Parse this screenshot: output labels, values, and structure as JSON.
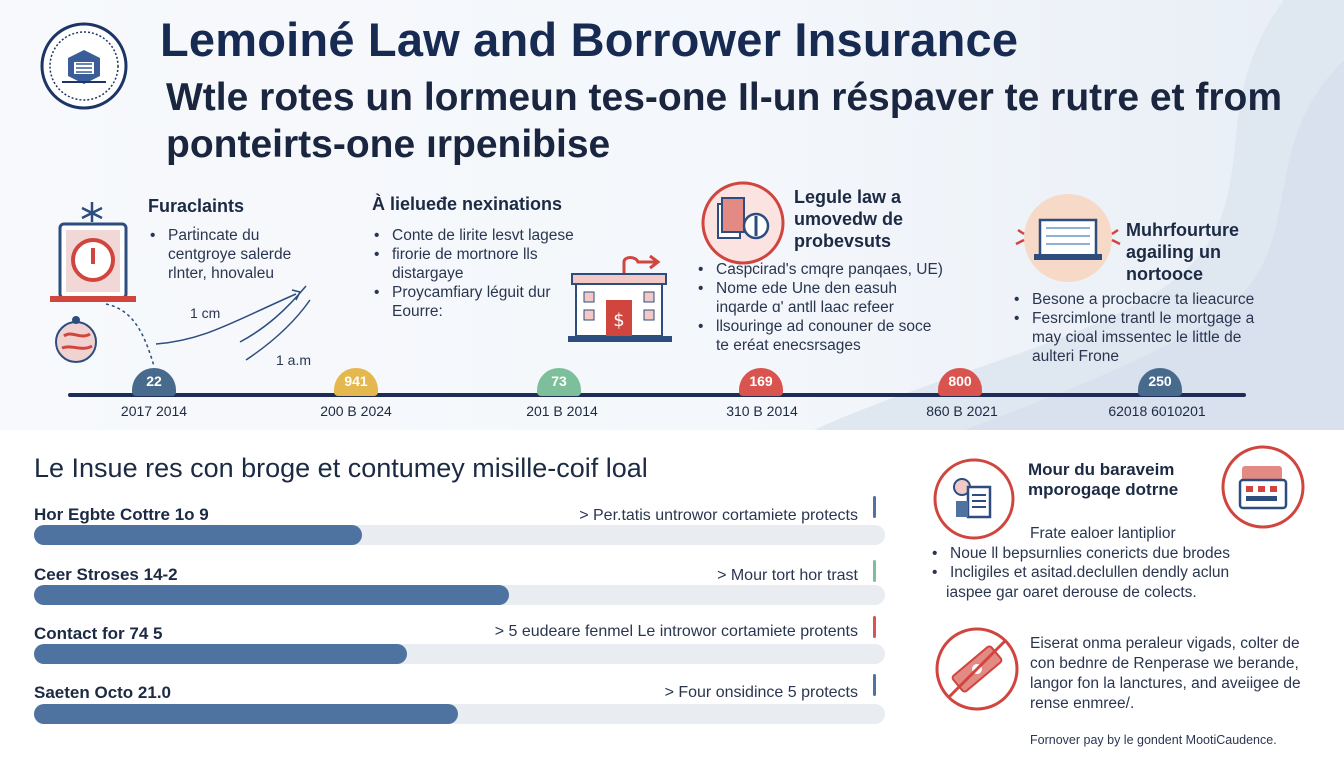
{
  "header": {
    "title": "Lemoiné Law and Borrower Insurance",
    "subtitle": "Wtle rotes un lormeun tes-one Il-un réspaver te rutre et from ponteirts-one ırpenibise"
  },
  "timeline": {
    "features": [
      {
        "title": "Furaclaints",
        "bullets": [
          "Parṫincate du centgroye salerde rlnter, hnovaleu"
        ],
        "annotations": [
          "1 cm",
          "1 a.m"
        ]
      },
      {
        "title": "À lielueđe nexinations",
        "bullets": [
          "Conte de lirite lesvt lagese",
          "firorie de mortnore lls distargaye",
          "Proycamfiary léguit dur Eourre:"
        ]
      },
      {
        "title": "Legule law a umovedw de probevsuts",
        "bullets": [
          "Caspcirad's cmqre panqaes, UE)",
          "Nome ede Une den easuh inqarde ɑ' antll laac refeer",
          "llsouringe ad conouner de soce te eréat enecsrsages"
        ]
      },
      {
        "title": "Muhrfourture agailing un nortooce",
        "bullets": [
          "Besone a procbacre ta lieacurce",
          "Fesrcimlone trantl le mortgage a may cioal imssentec le little de aulteri Frone"
        ]
      }
    ],
    "markers": [
      {
        "label": "22",
        "year": "2017 2014",
        "color": "#486a8c"
      },
      {
        "label": "941",
        "year": "200 B 2024",
        "color": "#e4b84e"
      },
      {
        "label": "73",
        "year": "201 B 2014",
        "color": "#7dbf9a"
      },
      {
        "label": "169",
        "year": "310 B 2014",
        "color": "#d9534f"
      },
      {
        "label": "800",
        "year": "860 B 2021",
        "color": "#d9534f"
      },
      {
        "label": "250",
        "year": "62018 6010201",
        "color": "#486a8c"
      }
    ]
  },
  "bars_section": {
    "title": "Le Insue res con broge et contumey misille-coif loal",
    "rows": [
      {
        "label": "Hor Egbte Cottre 1o 9",
        "note": "> Per.tatis untrowor cortamiete protects",
        "fill": 0.385,
        "tick_color": "#4f73a0"
      },
      {
        "label": "Ceer Stroses 14-2",
        "note": "> Mour tort hor trast",
        "fill": 0.558,
        "tick_color": "#7dbf9a"
      },
      {
        "label": "Contact for 74 5",
        "note": "> 5 eudeare fenmel Le introwor cortamiete protents",
        "fill": 0.438,
        "tick_color": "#d9534f"
      },
      {
        "label": "Saeten Octo 21.0",
        "note": "> Four onsidince 5 protects",
        "fill": 0.498,
        "tick_color": "#4f73a0"
      }
    ]
  },
  "right_panel": {
    "title": "Mour du baraveim mporogaqe dotrne",
    "intro": "Frate ealoer lantiplior",
    "bullets": [
      "Noue ll bepsurnlies conericts due brodes",
      "Incligiles et asitad.declullen dendly aclun"
    ],
    "continuation": "iaspee gar oaret derouse de colects.",
    "paragraph": "Eiserat onma peraleur vigads, colter de con bednre de Renperase we berande, langor fon la lanctures, and aveiigee de rense enmree/.",
    "footer": "Fornover pay by le gondent MootiCaudence."
  }
}
